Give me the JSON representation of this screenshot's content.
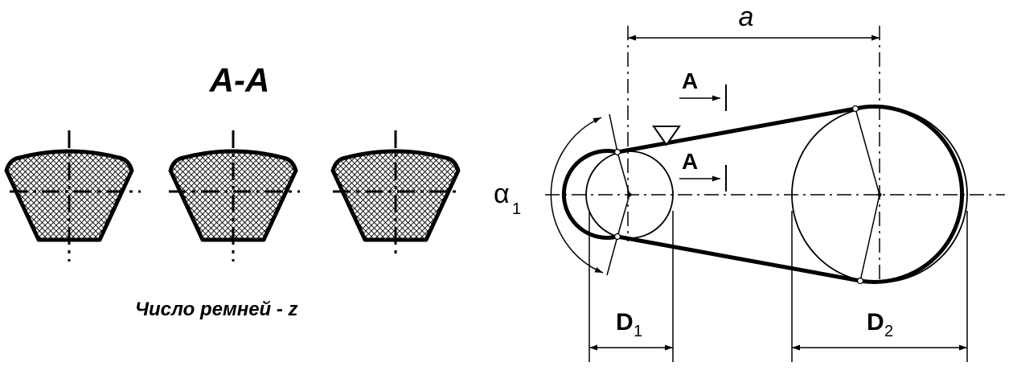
{
  "section": {
    "title": "A-A",
    "caption": "Число ремней - z",
    "belts": [
      {
        "id": "belt-1"
      },
      {
        "id": "belt-2"
      },
      {
        "id": "belt-3"
      }
    ]
  },
  "drive": {
    "center_distance_label": "a",
    "section_mark_top": "A",
    "section_mark_bottom": "A",
    "wrap_angle": {
      "symbol": "α",
      "subscript": "1"
    },
    "small_pulley": {
      "letter": "D",
      "subscript": "1"
    },
    "large_pulley": {
      "letter": "D",
      "subscript": "2"
    }
  },
  "colors": {
    "line": "#000000",
    "background": "#ffffff"
  }
}
